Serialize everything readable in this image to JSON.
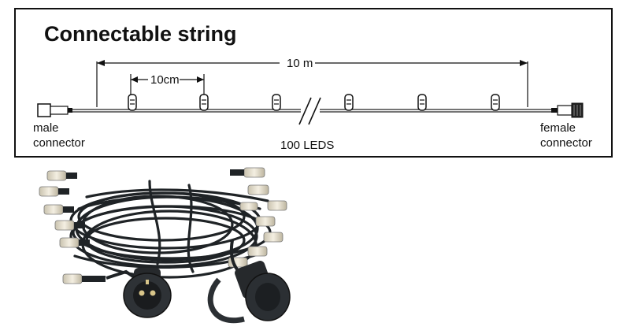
{
  "diagram": {
    "title": "Connectable string",
    "total_length_label": "10 m",
    "spacing_label": "10cm",
    "led_count_label": "100 LEDS",
    "male_label_line1": "male",
    "male_label_line2": "connector",
    "female_label_line1": "female",
    "female_label_line2": "connector"
  },
  "photo": {
    "subject": "coiled LED light string with male and female connectors",
    "cable_color": "#1f2326",
    "led_color": "#e9e2cf"
  }
}
